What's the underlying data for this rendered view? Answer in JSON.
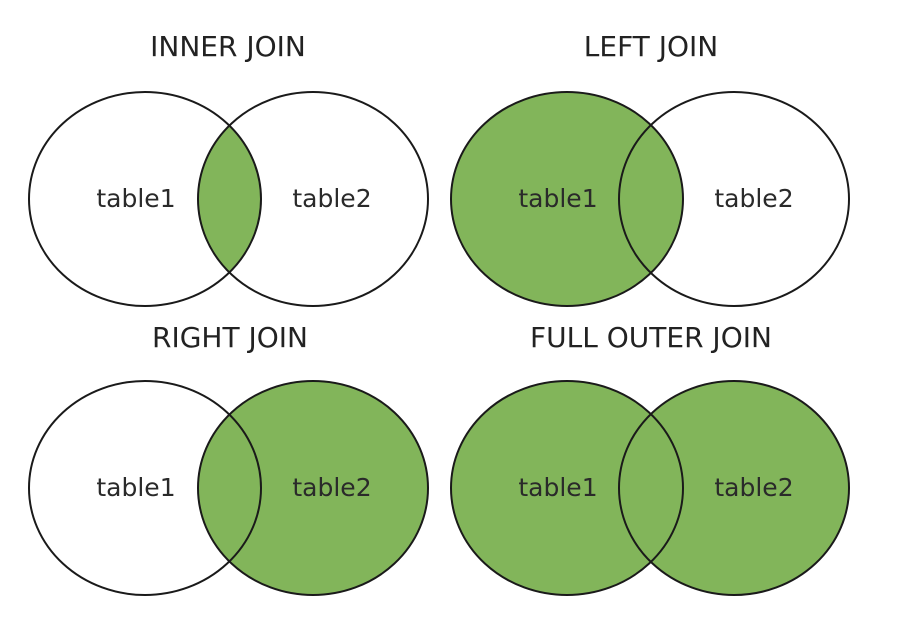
{
  "fill_color": "#82b55a",
  "outline_color": "#1a1a1a",
  "diagrams": [
    {
      "key": "inner",
      "title": "INNER JOIN",
      "left_label": "table1",
      "right_label": "table2",
      "highlight": "intersection"
    },
    {
      "key": "left",
      "title": "LEFT JOIN",
      "left_label": "table1",
      "right_label": "table2",
      "highlight": "left"
    },
    {
      "key": "right",
      "title": "RIGHT JOIN",
      "left_label": "table1",
      "right_label": "table2",
      "highlight": "right"
    },
    {
      "key": "full",
      "title": "FULL OUTER JOIN",
      "left_label": "table1",
      "right_label": "table2",
      "highlight": "union"
    }
  ]
}
